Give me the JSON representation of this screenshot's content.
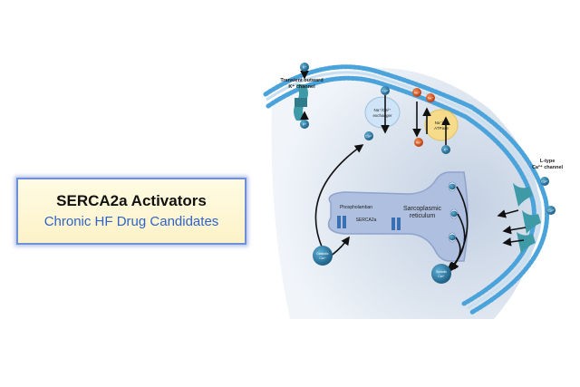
{
  "title_box": {
    "title": "SERCA2a Activators",
    "subtitle": "Chronic HF Drug Candidates"
  },
  "diagram": {
    "labels": {
      "transient_outward": "Transient outward",
      "k_channel": "K⁺ channel",
      "exchanger_line1": "Na⁺/Ca²⁺",
      "exchanger_line2": "exchanger",
      "atpase_line1": "Na⁺/K⁺",
      "atpase_line2": "ATPase",
      "l_type": "L-type",
      "ca_channel": "Ca²⁺ channel",
      "phospholamban": "Phospholamban",
      "serca2a": "SERCA2a",
      "sr_line1": "Sarcoplasmic",
      "sr_line2": "reticulum",
      "diastolic_line1": "Diastolic",
      "diastolic_line2": "Ca²⁺",
      "systolic_line1": "Systolic",
      "systolic_line2": "Ca²⁺"
    },
    "ions": {
      "k": "K⁺",
      "ca": "Ca²⁺",
      "na": "Na⁺"
    },
    "colors": {
      "cell_fill": "#e4ebf4",
      "membrane_head": "#4aa3da",
      "channel": "#3f9aa8",
      "exchanger": "#cfe4f6",
      "atpase": "#f6dc8a",
      "sr": "#aebfdf",
      "na_ion": "#d8551f",
      "ion": "#24739a"
    }
  }
}
